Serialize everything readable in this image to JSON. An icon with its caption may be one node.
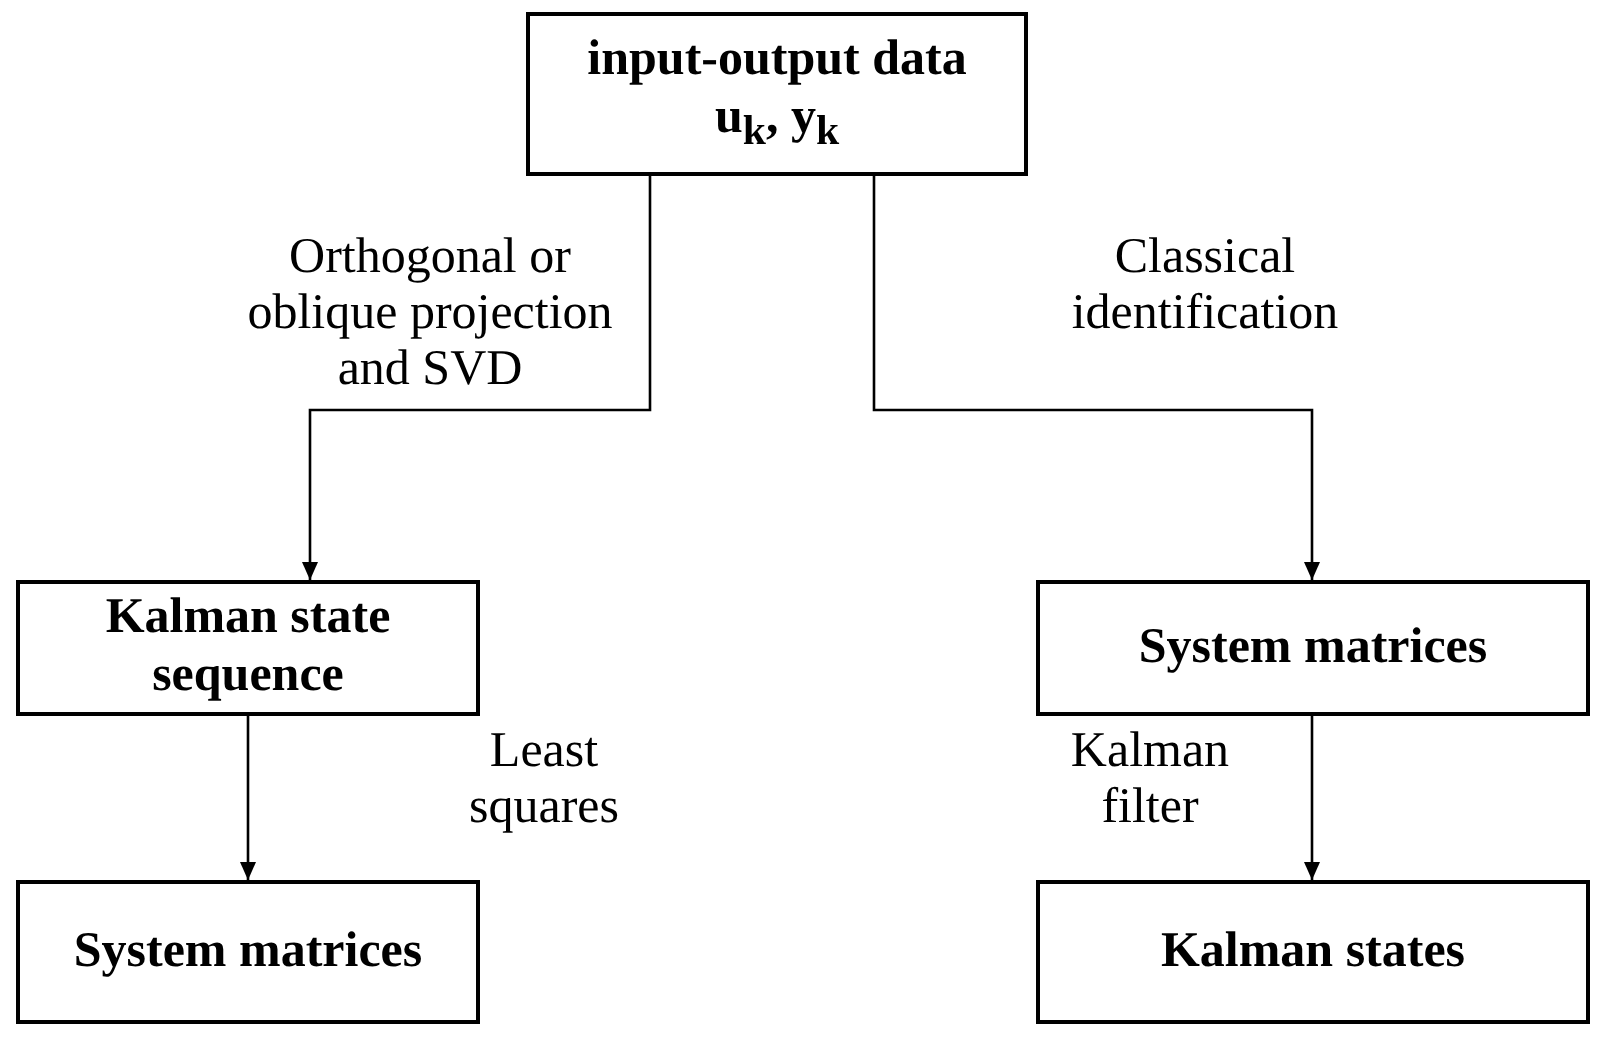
{
  "diagram": {
    "nodes": [
      {
        "text": [
          "input-output data u$_{k}$, y$_{k}$"
        ]
      },
      {
        "text": [
          "Kalman state sequence"
        ]
      },
      {
        "text": [
          "System matrices"
        ]
      },
      {
        "text": [
          "System matrices"
        ]
      },
      {
        "text": [
          "Kalman states"
        ]
      }
    ],
    "edges": [
      {
        "from": 0,
        "to": 1,
        "arrow": "to",
        "label": "Orthogonal or oblique projection and SVD"
      },
      {
        "from": 0,
        "to": 2,
        "arrow": "to",
        "label": "Classical identification"
      },
      {
        "from": 1,
        "to": 3,
        "arrow": "to",
        "label": "Least squares"
      },
      {
        "from": 2,
        "to": 4,
        "arrow": "to",
        "label": "Kalman filter"
      }
    ]
  }
}
